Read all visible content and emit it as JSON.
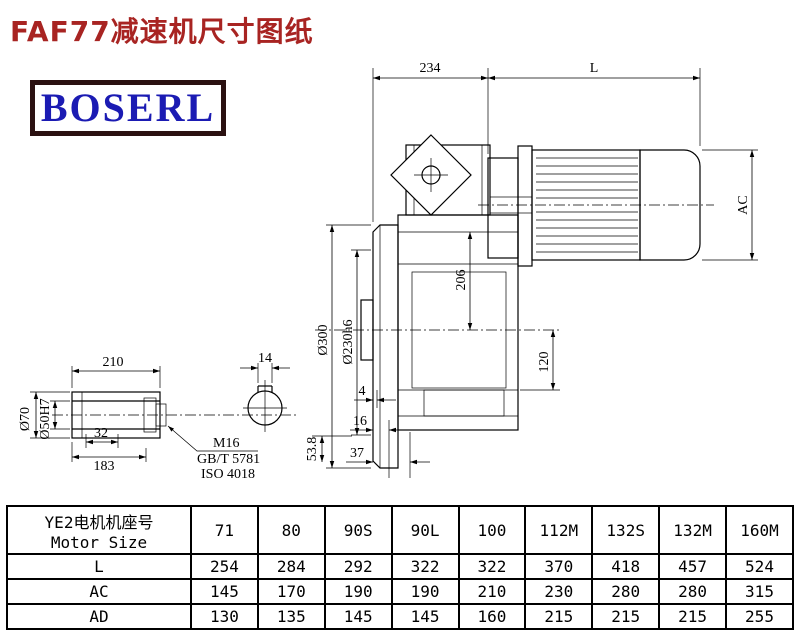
{
  "page": {
    "title": "FAF77减速机尺寸图纸",
    "logo_text": "BOSERL"
  },
  "colors": {
    "title_red": "#a82422",
    "logo_blue": "#1b1bb3",
    "logo_border": "#2b1111"
  },
  "drawing": {
    "top_width": "234",
    "motor_length": "L",
    "motor_height": "AC",
    "center_height": "206",
    "flange_diameter": "Ø300",
    "spigot_diameter": "Ø230h6",
    "output_offset": "120",
    "shaft_length": "210",
    "keyway_width": "14",
    "bore_depth": "32",
    "sleeve_length": "183",
    "shaft_outer_diameter": "Ø70",
    "bore_diameter": "Ø50H7",
    "thread_spec": "M16",
    "thread_standard": "GB/T 5781",
    "thread_iso": "ISO 4018",
    "face_offset_1": "4",
    "face_offset_2": "16",
    "face_offset_3": "37",
    "foot_height": "53.8"
  },
  "table": {
    "header": {
      "line1": "YE2电机机座号",
      "line2": "Motor Size"
    },
    "columns": [
      "71",
      "80",
      "90S",
      "90L",
      "100",
      "112M",
      "132S",
      "132M",
      "160M"
    ],
    "rows": [
      {
        "label": "L",
        "values": [
          "254",
          "284",
          "292",
          "322",
          "322",
          "370",
          "418",
          "457",
          "524"
        ]
      },
      {
        "label": "AC",
        "values": [
          "145",
          "170",
          "190",
          "190",
          "210",
          "230",
          "280",
          "280",
          "315"
        ]
      },
      {
        "label": "AD",
        "values": [
          "130",
          "135",
          "145",
          "145",
          "160",
          "215",
          "215",
          "215",
          "255"
        ]
      }
    ]
  }
}
